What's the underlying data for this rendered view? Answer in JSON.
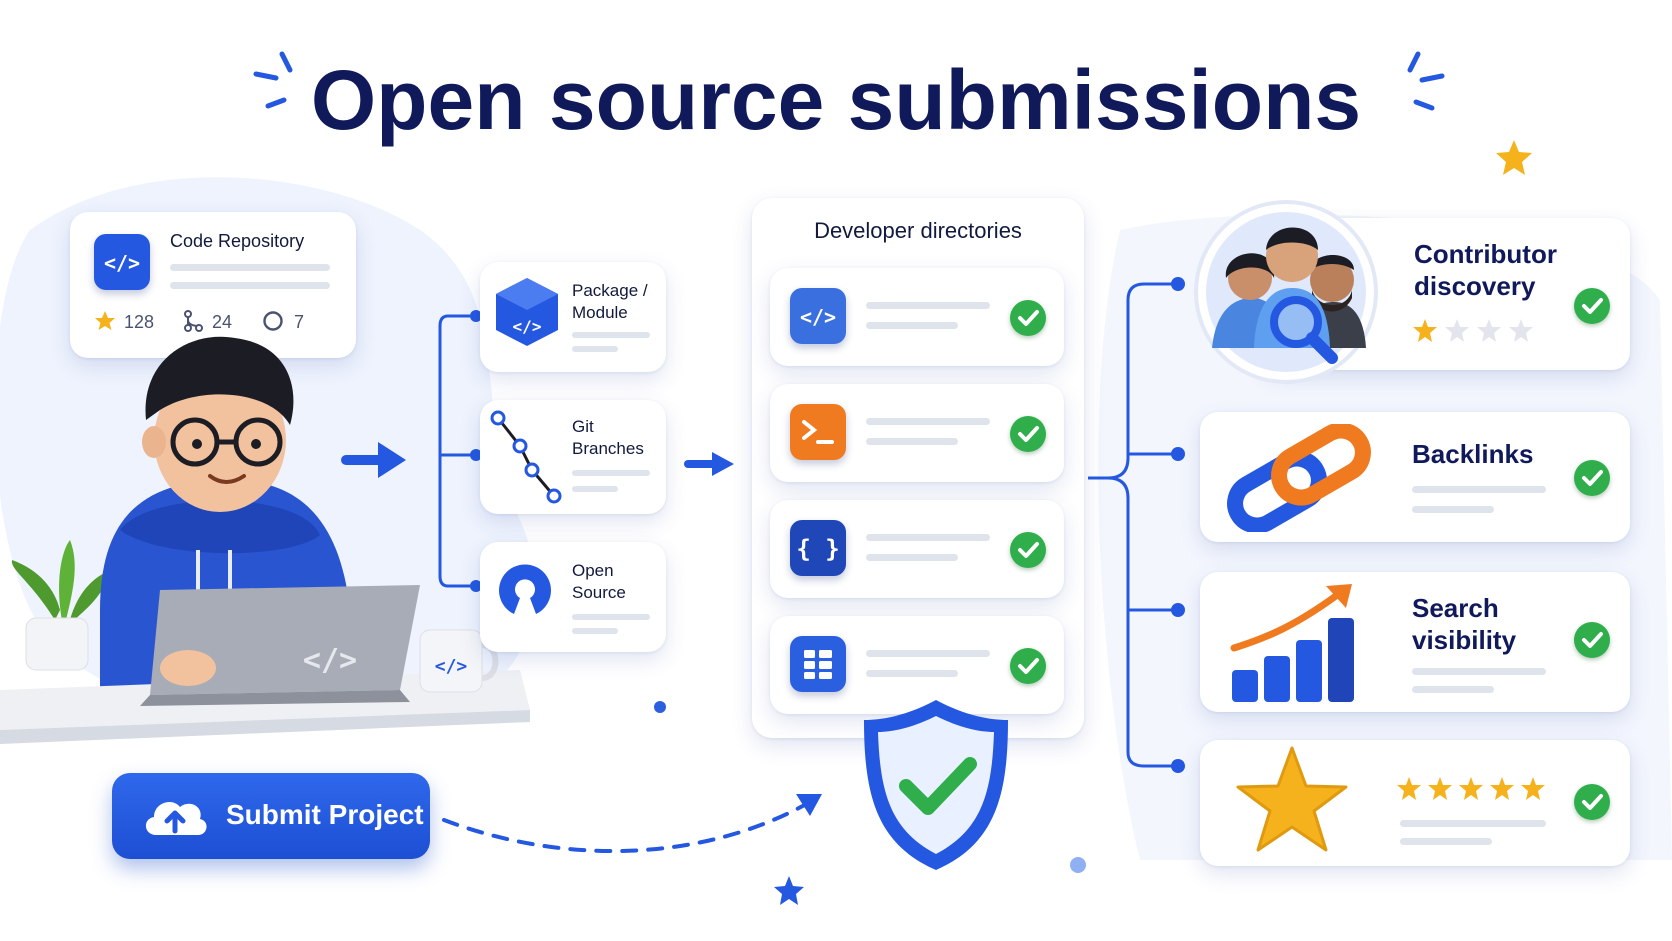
{
  "title": "Open source submissions",
  "repo_card": {
    "label": "Code Repository",
    "stars": "128",
    "forks": "24",
    "issues": "7"
  },
  "source_cards": [
    {
      "label_line1": "Package /",
      "label_line2": "Module",
      "icon": "code-cube-icon"
    },
    {
      "label_line1": "Git",
      "label_line2": "Branches",
      "icon": "git-branch-icon"
    },
    {
      "label_line1": "Open",
      "label_line2": "Source",
      "icon": "open-source-icon"
    }
  ],
  "directories": {
    "heading": "Developer directories",
    "items": [
      {
        "icon": "code-icon",
        "color": "#3a6fe0"
      },
      {
        "icon": "terminal-icon",
        "color": "#f07a1f"
      },
      {
        "icon": "braces-icon",
        "color": "#1f47b8"
      },
      {
        "icon": "grid-icon",
        "color": "#2a5fe0"
      }
    ]
  },
  "benefits": [
    {
      "label_line1": "Contributor",
      "label_line2": "discovery",
      "rating": 1,
      "rating_max": 4
    },
    {
      "label_line1": "Backlinks",
      "label_line2": ""
    },
    {
      "label_line1": "Search",
      "label_line2": "visibility"
    },
    {
      "label_line1": "",
      "label_line2": "",
      "rating": 5,
      "rating_max": 5
    }
  ],
  "submit_button": {
    "label": "Submit Project"
  },
  "colors": {
    "accent": "#2458e0",
    "navy": "#10195a",
    "check": "#2fae4b",
    "star": "#f5b21c",
    "orange": "#f07a1f"
  }
}
